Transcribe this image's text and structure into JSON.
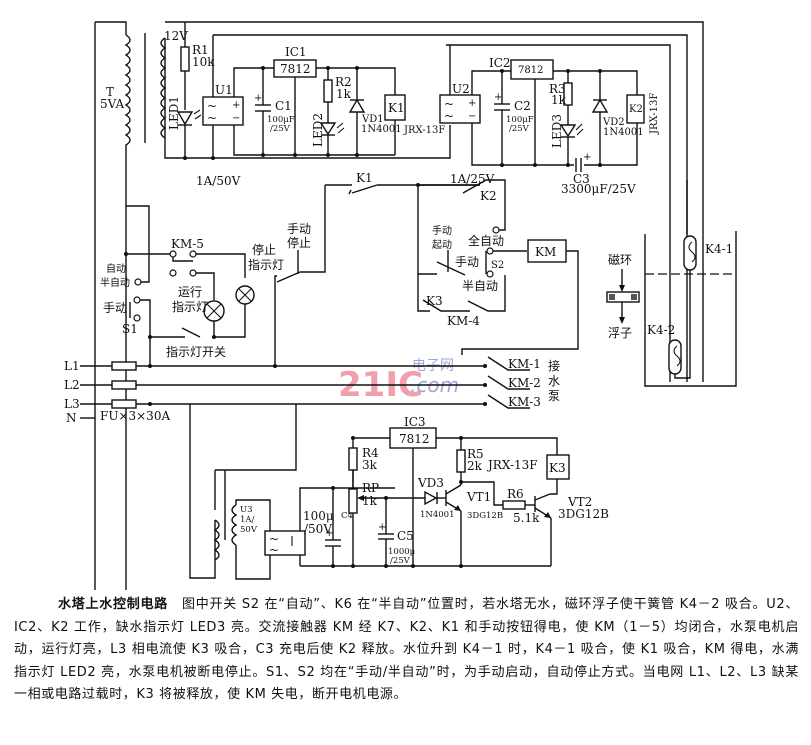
{
  "diagram": {
    "transformer_main": {
      "ref": "T",
      "rating": "5VA",
      "secondary_voltage": "12V"
    },
    "resistors": [
      {
        "ref": "R1",
        "value": "10k"
      },
      {
        "ref": "R2",
        "value": "1k"
      },
      {
        "ref": "R3",
        "value": "1k"
      },
      {
        "ref": "R4",
        "value": "3k"
      },
      {
        "ref": "R5",
        "value": "2k"
      },
      {
        "ref": "R6",
        "value": "5.1k"
      },
      {
        "ref": "RP",
        "value": "1k"
      }
    ],
    "leds": [
      "LED1",
      "LED2",
      "LED3"
    ],
    "rectifiers": [
      {
        "ref": "U1",
        "rating": "1A/50V"
      },
      {
        "ref": "U2",
        "rating": "1A/25V"
      },
      {
        "ref": "U3",
        "rating_line1": "1A/",
        "rating_line2": "50V"
      }
    ],
    "regulators": [
      {
        "ref": "IC1",
        "part": "7812"
      },
      {
        "ref": "IC2",
        "part": "7812"
      },
      {
        "ref": "IC3",
        "part": "7812"
      }
    ],
    "capacitors": [
      {
        "ref": "C1",
        "value_line1": "100μF",
        "value_line2": "/25V"
      },
      {
        "ref": "C2",
        "value_line1": "100μF",
        "value_line2": "/25V"
      },
      {
        "ref": "C3",
        "value": "3300μF/25V"
      },
      {
        "ref": "C4",
        "value_line1": "100μ",
        "value_line2": "/50V"
      },
      {
        "ref": "C5",
        "value_line1": "1000μ",
        "value_line2": "/25V"
      }
    ],
    "diodes": [
      {
        "ref": "VD1",
        "part": "1N4001"
      },
      {
        "ref": "VD2",
        "part": "1N4001"
      },
      {
        "ref": "VD3",
        "part": "1N4001"
      }
    ],
    "relays": [
      {
        "ref": "K1",
        "part": "JRX-13F"
      },
      {
        "ref": "K2",
        "part": "JRX-13F"
      },
      {
        "ref": "K3",
        "part": "JRX-13F"
      }
    ],
    "transistors": [
      {
        "ref": "VT1",
        "part": "3DG12B"
      },
      {
        "ref": "VT2",
        "part": "3DG12B"
      }
    ],
    "contactor": {
      "ref": "KM",
      "contacts": [
        "KM-1",
        "KM-2",
        "KM-3",
        "KM-4",
        "KM-5"
      ]
    },
    "contacts": {
      "k1": "K1",
      "k2": "K2",
      "k3": "K3"
    },
    "switches": {
      "s1": {
        "ref": "S1",
        "auto_label": "自动",
        "semi_label": "半自动",
        "manual_label": "手动"
      },
      "s2": {
        "ref": "S2",
        "full_auto": "全自动",
        "manual": "手动",
        "semi_auto": "半自动"
      },
      "manual_stop": "手动停止",
      "manual_stop_line1": "手动",
      "manual_stop_line2": "停止",
      "manual_start_line1": "手动",
      "manual_start_line2": "起动",
      "lamp_switch": "指示灯开关"
    },
    "lamps": {
      "stop_line1": "停止",
      "stop_line2": "指示灯",
      "run_line1": "运行",
      "run_line2": "指示灯"
    },
    "power": {
      "lines": [
        "L1",
        "L2",
        "L3",
        "N"
      ],
      "fuse": "FU×3×30A",
      "pump_line1": "接",
      "pump_line2": "水",
      "pump_line3": "泵"
    },
    "float": {
      "reed_upper": "K4-1",
      "reed_lower": "K4-2",
      "magnet_ring": "磁环",
      "float": "浮子"
    },
    "watermark": {
      "main": "21IC",
      "cn": "电子网",
      "com": ".com"
    }
  },
  "caption": {
    "title": "水塔上水控制电路",
    "body": "图中开关 S2 在“自动”、K6 在“半自动”位置时，若水塔无水，磁环浮子使干簧管 K4－2 吸合。U2、IC2、K2 工作，缺水指示灯 LED3 亮。交流接触器 KM 经 K7、K2、K1 和手动按钮得电，使 KM（1－5）均闭合，水泵电机启动，运行灯亮，L3 相电流使 K3 吸合，C3 充电后使 K2 释放。水位升到 K4－1 时，K4－1 吸合，使 K1 吸合，KM 得电，水满指示灯 LED2 亮，水泵电机被断电停止。S1、S2 均在“手动/半自动”时，为手动启动，自动停止方式。当电网 L1、L2、L3 缺某一相或电路过载时，K3 将被释放，使 KM 失电，断开电机电源。"
  }
}
